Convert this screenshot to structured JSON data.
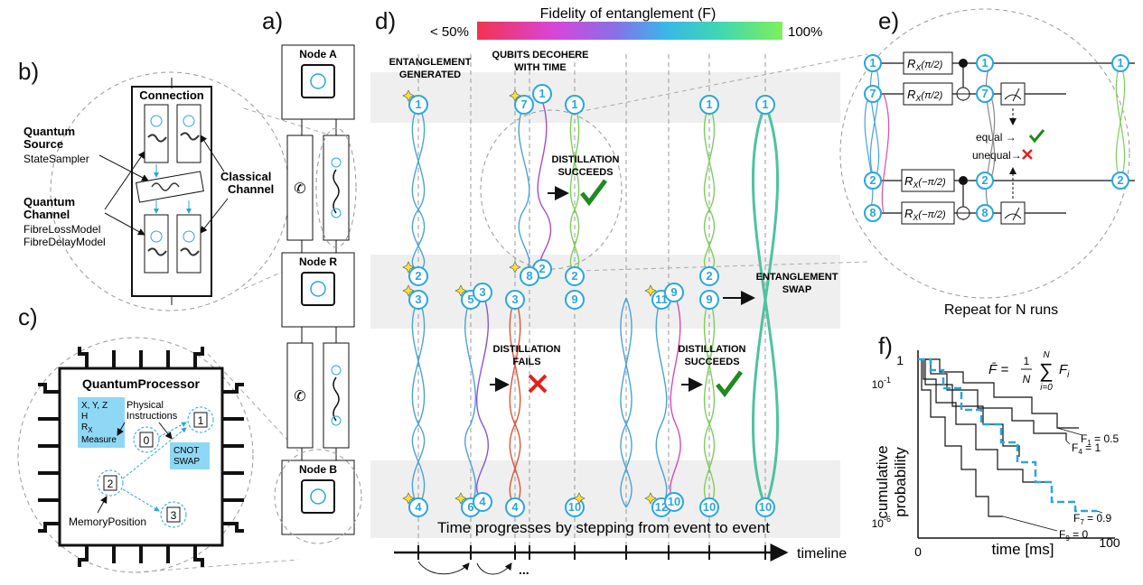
{
  "panel_labels": {
    "a": "a)",
    "b": "b)",
    "c": "c)",
    "d": "d)",
    "e": "e)",
    "f": "f)"
  },
  "colors": {
    "qubit": "#2aa6df",
    "band": "#efefef",
    "success": "#1f8a1f",
    "fail": "#e0221f",
    "dash": "#9a9a9a"
  },
  "fidelity_bar": {
    "title": "Fidelity of entanglement (F)",
    "low_label": "< 50%",
    "high_label": "100%",
    "gradient": [
      "#f2334f",
      "#d846d8",
      "#8a6ee8",
      "#39b7e8",
      "#3fd8b0",
      "#7ff05a"
    ]
  },
  "panel_b": {
    "box_title": "Connection",
    "source_title": "Quantum",
    "source_title2": "Source",
    "source_model": "StateSampler",
    "channel_title": "Quantum",
    "channel_title2": "Channel",
    "channel_model1": "FibreLossModel",
    "channel_model2": "FibreDelayModel",
    "classical_1": "Classical",
    "classical_2": "Channel"
  },
  "panel_c": {
    "processor_title": "QuantumProcessor",
    "instructions": [
      "X, Y, Z",
      "H",
      "R",
      "Measure"
    ],
    "instructions_sub": "X",
    "physical_1": "Physical",
    "physical_2": "Instructions",
    "cnot_1": "CNOT",
    "cnot_2": "SWAP",
    "memory_label": "MemoryPosition",
    "positions": [
      "0",
      "1",
      "2",
      "3"
    ]
  },
  "panel_a": {
    "node_a": "Node A",
    "node_r": "Node R",
    "node_b": "Node B"
  },
  "panel_d": {
    "annot_gen_1": "ENTANGLEMENT",
    "annot_gen_2": "GENERATED",
    "annot_dec_1": "QUBITS DECOHERE",
    "annot_dec_2": "WITH TIME",
    "annot_ds1_1": "DISTILLATION",
    "annot_ds1_2": "SUCCEEDS",
    "annot_df_1": "DISTILLATION",
    "annot_df_2": "FAILS",
    "annot_ds2_1": "DISTILLATION",
    "annot_ds2_2": "SUCCEEDS",
    "annot_swap_1": "ENTANGLEMENT",
    "annot_swap_2": "SWAP",
    "time_text": "Time progresses by stepping from event to event",
    "timeline_label": "timeline",
    "ellipsis": "...",
    "row_top": [
      "1",
      "7",
      "1",
      "1",
      "1"
    ],
    "row_top_extra": [
      "1"
    ],
    "row_r1": [
      "2",
      "2",
      "8",
      "2",
      "2"
    ],
    "row_r2": [
      "3",
      "5",
      "3",
      "3",
      "9",
      "11",
      "9",
      "9"
    ],
    "row_bot": [
      "4",
      "6",
      "4",
      "4",
      "10",
      "12",
      "10",
      "10",
      "10"
    ]
  },
  "panel_e": {
    "gates": [
      "R",
      "R",
      "R",
      "R"
    ],
    "gate_sub": "X",
    "gate_args": [
      "(π/2)",
      "(π/2)",
      "(−π/2)",
      "(−π/2)"
    ],
    "qubits_left": [
      "1",
      "7",
      "2",
      "8"
    ],
    "qubits_mid": [
      "1",
      "7",
      "2",
      "8"
    ],
    "qubits_right": [
      "1",
      "2"
    ],
    "equal": "equal →",
    "unequal": "unequal→"
  },
  "panel_f": {
    "title": "Repeat for N runs",
    "formula_lhs": "F̄ =",
    "formula_frac_top": "1",
    "formula_frac_bot": "N",
    "formula_sum_top": "N",
    "formula_sum_bot": "i=0",
    "formula_term": "F",
    "formula_term_sub": "i",
    "ylabel_1": "cumulative",
    "ylabel_2": "probability",
    "xlabel": "time [ms]",
    "x_ticks": [
      "0",
      "100"
    ],
    "y_ticks": [
      "1",
      "10",
      "10"
    ],
    "y_exps": [
      "",
      "-1",
      "-6"
    ],
    "curve_labels": [
      {
        "name": "F",
        "sub": "1",
        "val": " = 0.5"
      },
      {
        "name": "F",
        "sub": "4",
        "val": " = 1"
      },
      {
        "name": "F",
        "sub": "7",
        "val": " = 0.9"
      },
      {
        "name": "F",
        "sub": "9",
        "val": " = 0"
      }
    ]
  }
}
